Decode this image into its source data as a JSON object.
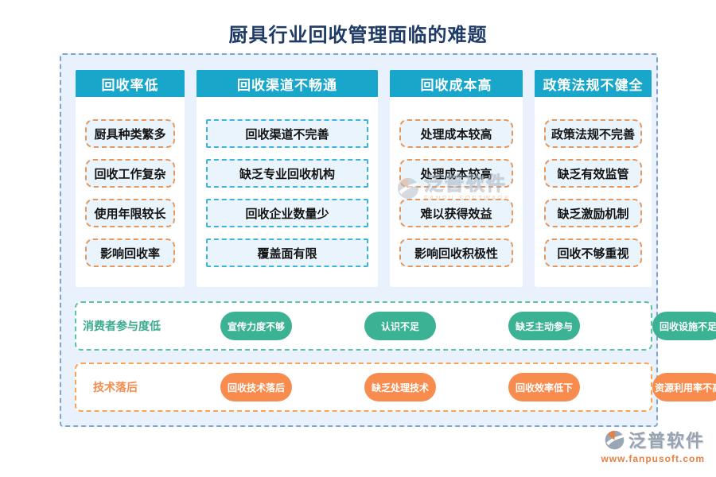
{
  "title": "厨具行业回收管理面临的难题",
  "board": {
    "columns": [
      {
        "header": "回收率低",
        "theme": "orange",
        "items": [
          "厨具种类繁多",
          "回收工作复杂",
          "使用年限较长",
          "影响回收率"
        ]
      },
      {
        "header": "回收渠道不畅通",
        "theme": "blue",
        "items": [
          "回收渠道不完善",
          "缺乏专业回收机构",
          "回收企业数量少",
          "覆盖面有限"
        ]
      },
      {
        "header": "回收成本高",
        "theme": "orange",
        "items": [
          "处理成本较高",
          "处理成本较高",
          "难以获得效益",
          "影响回收积极性"
        ]
      },
      {
        "header": "政策法规不健全",
        "theme": "orange",
        "items": [
          "政策法规不完善",
          "缺乏有效监管",
          "缺乏激励机制",
          "回收不够重视"
        ]
      }
    ],
    "bands": [
      {
        "label": "消费者参与度低",
        "theme": "green",
        "pills": [
          "宣传力度不够",
          "认识不足",
          "缺乏主动参与",
          "回收设施不足"
        ]
      },
      {
        "label": "技术落后",
        "theme": "tech",
        "pills": [
          "回收技术落后",
          "缺乏处理技术",
          "回收效率低下",
          "资源利用率不高"
        ]
      }
    ]
  },
  "watermark": {
    "brand": "泛普软件",
    "sub": "FANPU SOFTWARE"
  },
  "logo": {
    "brand": "泛普软件",
    "url": "www.fanpusoft.com"
  },
  "colors": {
    "title_navy": "#1e3a66",
    "board_bg": "#e9f2fc",
    "board_border": "#7ca4d7",
    "header_teal": "#18a7cb",
    "item_bg": "#eaf4fc",
    "item_dash_orange": "#e6975b",
    "item_dash_blue": "#3fb4d9",
    "green_band_border": "#5cc2a4",
    "green_pill": "#3cb295",
    "green_label": "#3aab8e",
    "orange_band_border": "#f9a455",
    "orange_pill": "#f78c4e",
    "logo_grey": "#97a3b1",
    "logo_url_orange": "#e87f3f"
  }
}
